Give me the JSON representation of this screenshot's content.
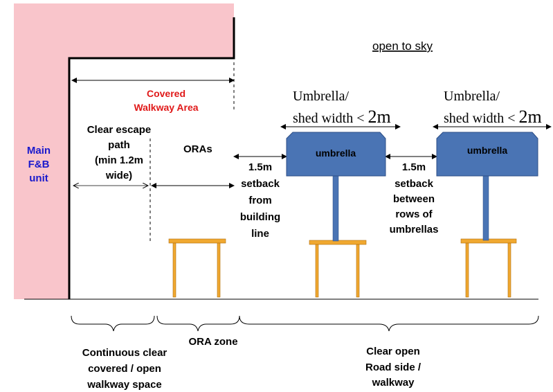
{
  "texts": {
    "open_to_sky": "open to sky",
    "main_unit": [
      "Main",
      "F&B",
      "unit"
    ],
    "covered_walkway": [
      "Covered",
      "Walkway Area"
    ],
    "clear_escape": [
      "Clear escape",
      "path",
      "(min 1.2m",
      "wide)"
    ],
    "oras": "ORAs",
    "setback_building": [
      "1.5m",
      "setback",
      "from",
      "building",
      "line"
    ],
    "setback_rows": [
      "1.5m",
      "setback",
      "between",
      "rows of",
      "umbrellas"
    ],
    "umbrella_width_1": [
      "Umbrella/",
      "shed width < ",
      "2m"
    ],
    "umbrella_width_2": [
      "Umbrella/",
      "shed width < ",
      "2m"
    ],
    "umbrella_1": "umbrella",
    "umbrella_2": "umbrella",
    "zone_continuous": [
      "Continuous clear",
      "covered / open",
      "walkway space"
    ],
    "zone_ora": "ORA zone",
    "zone_road": [
      "Clear open",
      "Road side /",
      "walkway"
    ]
  },
  "colors": {
    "building_fill": "#f9c5cb",
    "umbrella_fill": "#4a74b4",
    "umbrella_stroke": "#2c4e86",
    "table_fill": "#f0a830",
    "table_stroke": "#b06e10",
    "main_unit_text": "#1a1acc",
    "covered_text": "#e01818"
  }
}
